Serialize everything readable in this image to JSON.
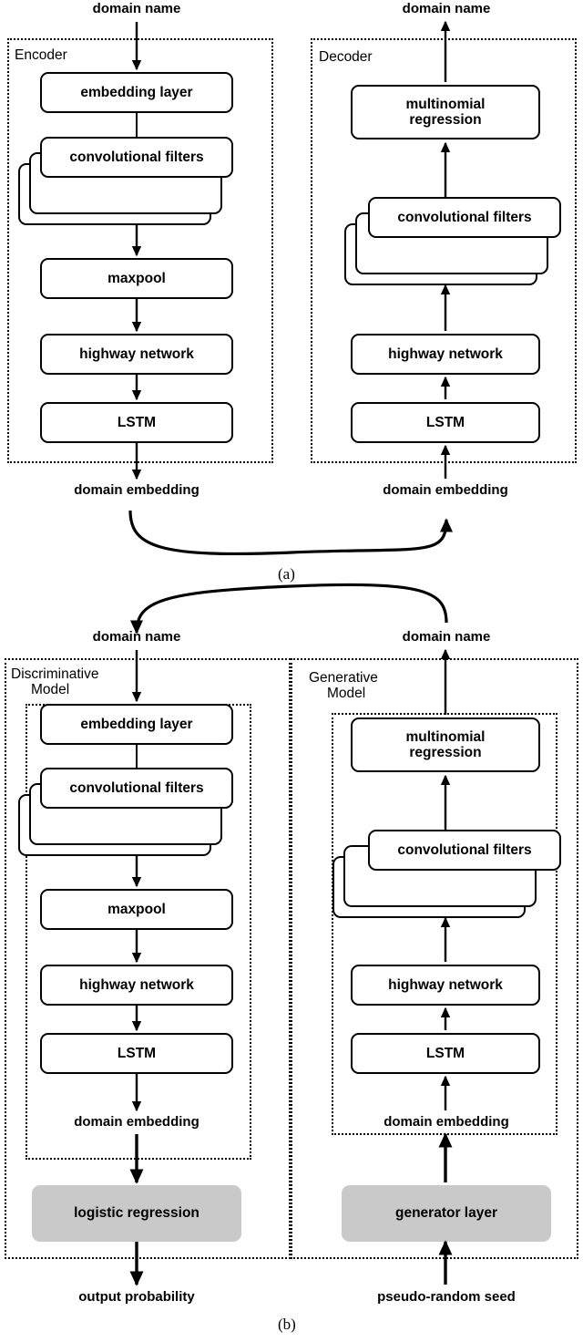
{
  "figure": {
    "subfigure_a_label": "(a)",
    "subfigure_b_label": "(b)"
  },
  "io_labels": {
    "domain_name": "domain name",
    "domain_embedding": "domain embedding",
    "output_probability": "output probability",
    "pseudo_random_seed": "pseudo-random seed"
  },
  "panels": {
    "encoder": {
      "title": "Encoder",
      "input_label": "domain name",
      "output_label": "domain embedding",
      "blocks": [
        {
          "label": "embedding layer",
          "kind": "plain"
        },
        {
          "label": "convolutional filters",
          "kind": "stacked"
        },
        {
          "label": "maxpool",
          "kind": "plain"
        },
        {
          "label": "highway network",
          "kind": "plain"
        },
        {
          "label": "LSTM",
          "kind": "plain"
        }
      ]
    },
    "decoder": {
      "title": "Decoder",
      "input_label": "domain embedding",
      "output_label": "domain name",
      "blocks": [
        {
          "label": "multinomial\nregression",
          "line1": "multinomial",
          "line2": "regression",
          "kind": "plain"
        },
        {
          "label": "convolutional filters",
          "kind": "stacked"
        },
        {
          "label": "highway network",
          "kind": "plain"
        },
        {
          "label": "LSTM",
          "kind": "plain"
        }
      ]
    },
    "discriminative": {
      "title_line1": "Discriminative",
      "title_line2": "Model",
      "input_label": "domain name",
      "embedding_label": "domain embedding",
      "output_label": "output probability",
      "blocks": [
        {
          "label": "embedding layer",
          "kind": "plain"
        },
        {
          "label": "convolutional filters",
          "kind": "stacked"
        },
        {
          "label": "maxpool",
          "kind": "plain"
        },
        {
          "label": "highway network",
          "kind": "plain"
        },
        {
          "label": "LSTM",
          "kind": "plain"
        }
      ],
      "final_block": {
        "label": "logistic regression",
        "kind": "gray"
      }
    },
    "generative": {
      "title_line1": "Generative",
      "title_line2": "Model",
      "input_label": "pseudo-random seed",
      "embedding_label": "domain embedding",
      "output_label": "domain name",
      "blocks": [
        {
          "line1": "multinomial",
          "line2": "regression",
          "kind": "plain"
        },
        {
          "label": "convolutional filters",
          "kind": "stacked"
        },
        {
          "label": "highway network",
          "kind": "plain"
        },
        {
          "label": "LSTM",
          "kind": "plain"
        }
      ],
      "final_block": {
        "label": "generator layer",
        "kind": "gray"
      }
    }
  },
  "colors": {
    "stroke": "#000000",
    "background": "#ffffff",
    "gray_block": "#c9c9c9"
  }
}
